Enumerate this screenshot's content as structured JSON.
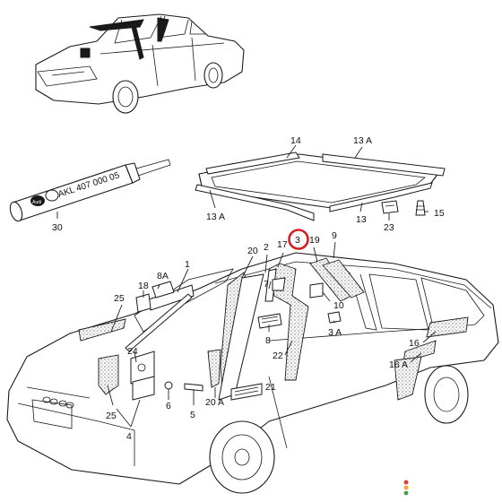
{
  "tube_label": "AKL 407 000 05",
  "tube_brand": "Audi",
  "part_numbers": {
    "p1": "1",
    "p2": "2",
    "p3": "3",
    "p4": "4",
    "p5": "5",
    "p6": "6",
    "p7": "7",
    "p8": "8",
    "p8a": "8A",
    "p9": "9",
    "p10": "10",
    "p13": "13",
    "p13a_top": "13 A",
    "p13a_left": "13 A",
    "p14": "14",
    "p15": "15",
    "p16": "16",
    "p16a": "16 A",
    "p17": "17",
    "p18": "18",
    "p19": "19",
    "p20": "20",
    "p20a": "20 A",
    "p21": "21",
    "p22": "22",
    "p23": "23",
    "p24": "24",
    "p25_top": "25",
    "p25_bottom": "25",
    "p30": "30",
    "p3a": "3 A"
  },
  "highlight": {
    "part": "3",
    "color": "#d42020"
  },
  "status_dots": [
    "#e53935",
    "#f9a825",
    "#43a047"
  ]
}
